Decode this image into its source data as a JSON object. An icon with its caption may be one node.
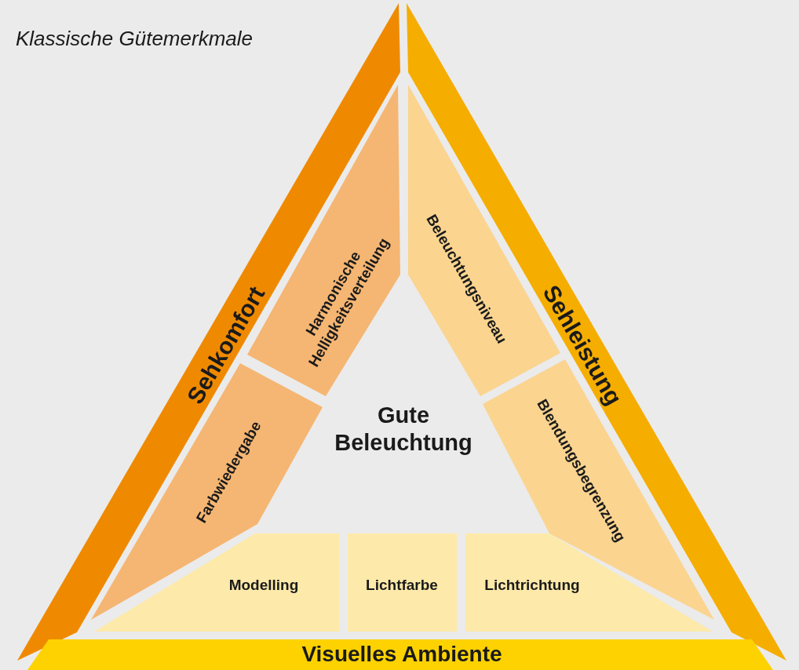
{
  "diagram": {
    "title": "Klassische Gütemerkmale",
    "nodes": [
      {
        "text": [
          "Sehkomfort"
        ]
      },
      {
        "text": [
          "Sehleistung"
        ]
      },
      {
        "text": [
          "Visuelles Ambiente"
        ]
      },
      {
        "text": [
          "Harmonische Helligkeitsverteilung"
        ]
      },
      {
        "text": [
          "Farbwiedergabe"
        ]
      },
      {
        "text": [
          "Beleuchtungsniveau"
        ]
      },
      {
        "text": [
          "Blendungsbegrenzung"
        ]
      },
      {
        "text": [
          "Modelling"
        ]
      },
      {
        "text": [
          "Lichtfarbe"
        ]
      },
      {
        "text": [
          "Lichtrichtung"
        ]
      }
    ],
    "labels": [
      "Gute Beleuchtung"
    ]
  }
}
